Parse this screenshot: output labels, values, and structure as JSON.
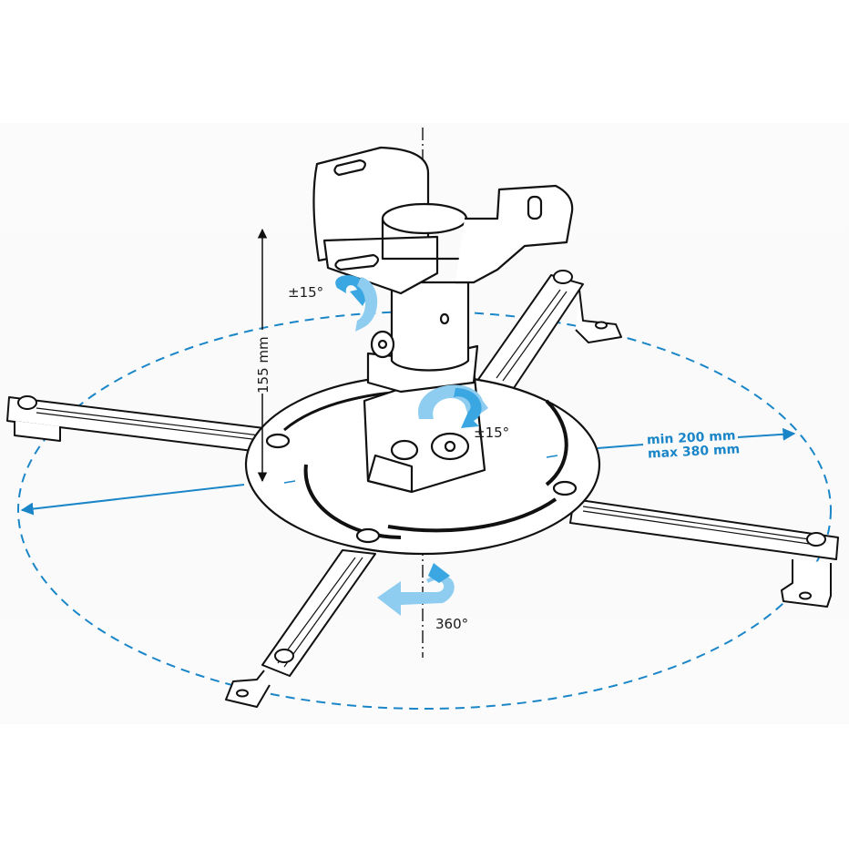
{
  "diagram": {
    "subject": "Projector ceiling mount",
    "colors": {
      "background_band": "#fafafa",
      "line_art": "#111111",
      "dimension_blue": "#1a86c8",
      "rotation_arrow_blue": "#3aa7e3",
      "rotation_arrow_light": "#8fcdf0"
    },
    "annotations": {
      "height": "155 mm",
      "tilt_top": "±15°",
      "tilt_side": "±15°",
      "swivel": "360°",
      "arm_span_min": "min 200 mm",
      "arm_span_max": "max 380 mm"
    },
    "components": [
      "ceiling-bracket",
      "extension-tube",
      "tilt-joint",
      "swivel-joint",
      "mounting-plate",
      "adjustable-arm-left",
      "adjustable-arm-right",
      "adjustable-arm-back-right",
      "adjustable-arm-front-left"
    ]
  }
}
